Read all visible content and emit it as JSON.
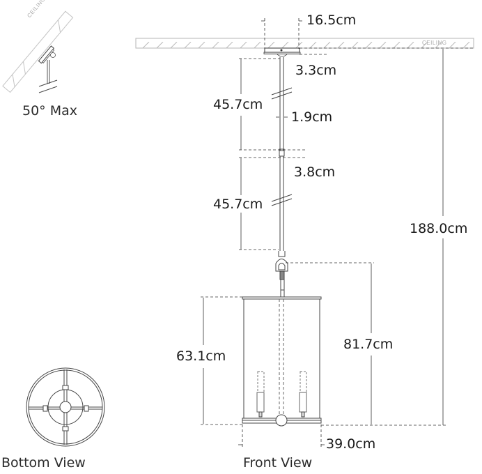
{
  "diagram": {
    "type": "pendant-lantern-dimension-drawing",
    "ceiling_label": "CEILING",
    "tilt": {
      "label": "50° Max",
      "ceiling_label": "CEILING"
    },
    "views": {
      "front": "Front View",
      "bottom": "Bottom View"
    },
    "dimensions": {
      "canopy_width": "16.5cm",
      "canopy_height": "3.3cm",
      "rod_upper_length": "45.7cm",
      "rod_diameter": "1.9cm",
      "rod_coupling": "3.8cm",
      "rod_lower_length": "45.7cm",
      "overall_height": "188.0cm",
      "fixture_height_with_loop": "81.7cm",
      "body_height": "63.1cm",
      "body_width": "39.0cm"
    },
    "colors": {
      "line": "#333333",
      "hatch": "#b5b5b5",
      "text": "#1a1a1a"
    }
  }
}
